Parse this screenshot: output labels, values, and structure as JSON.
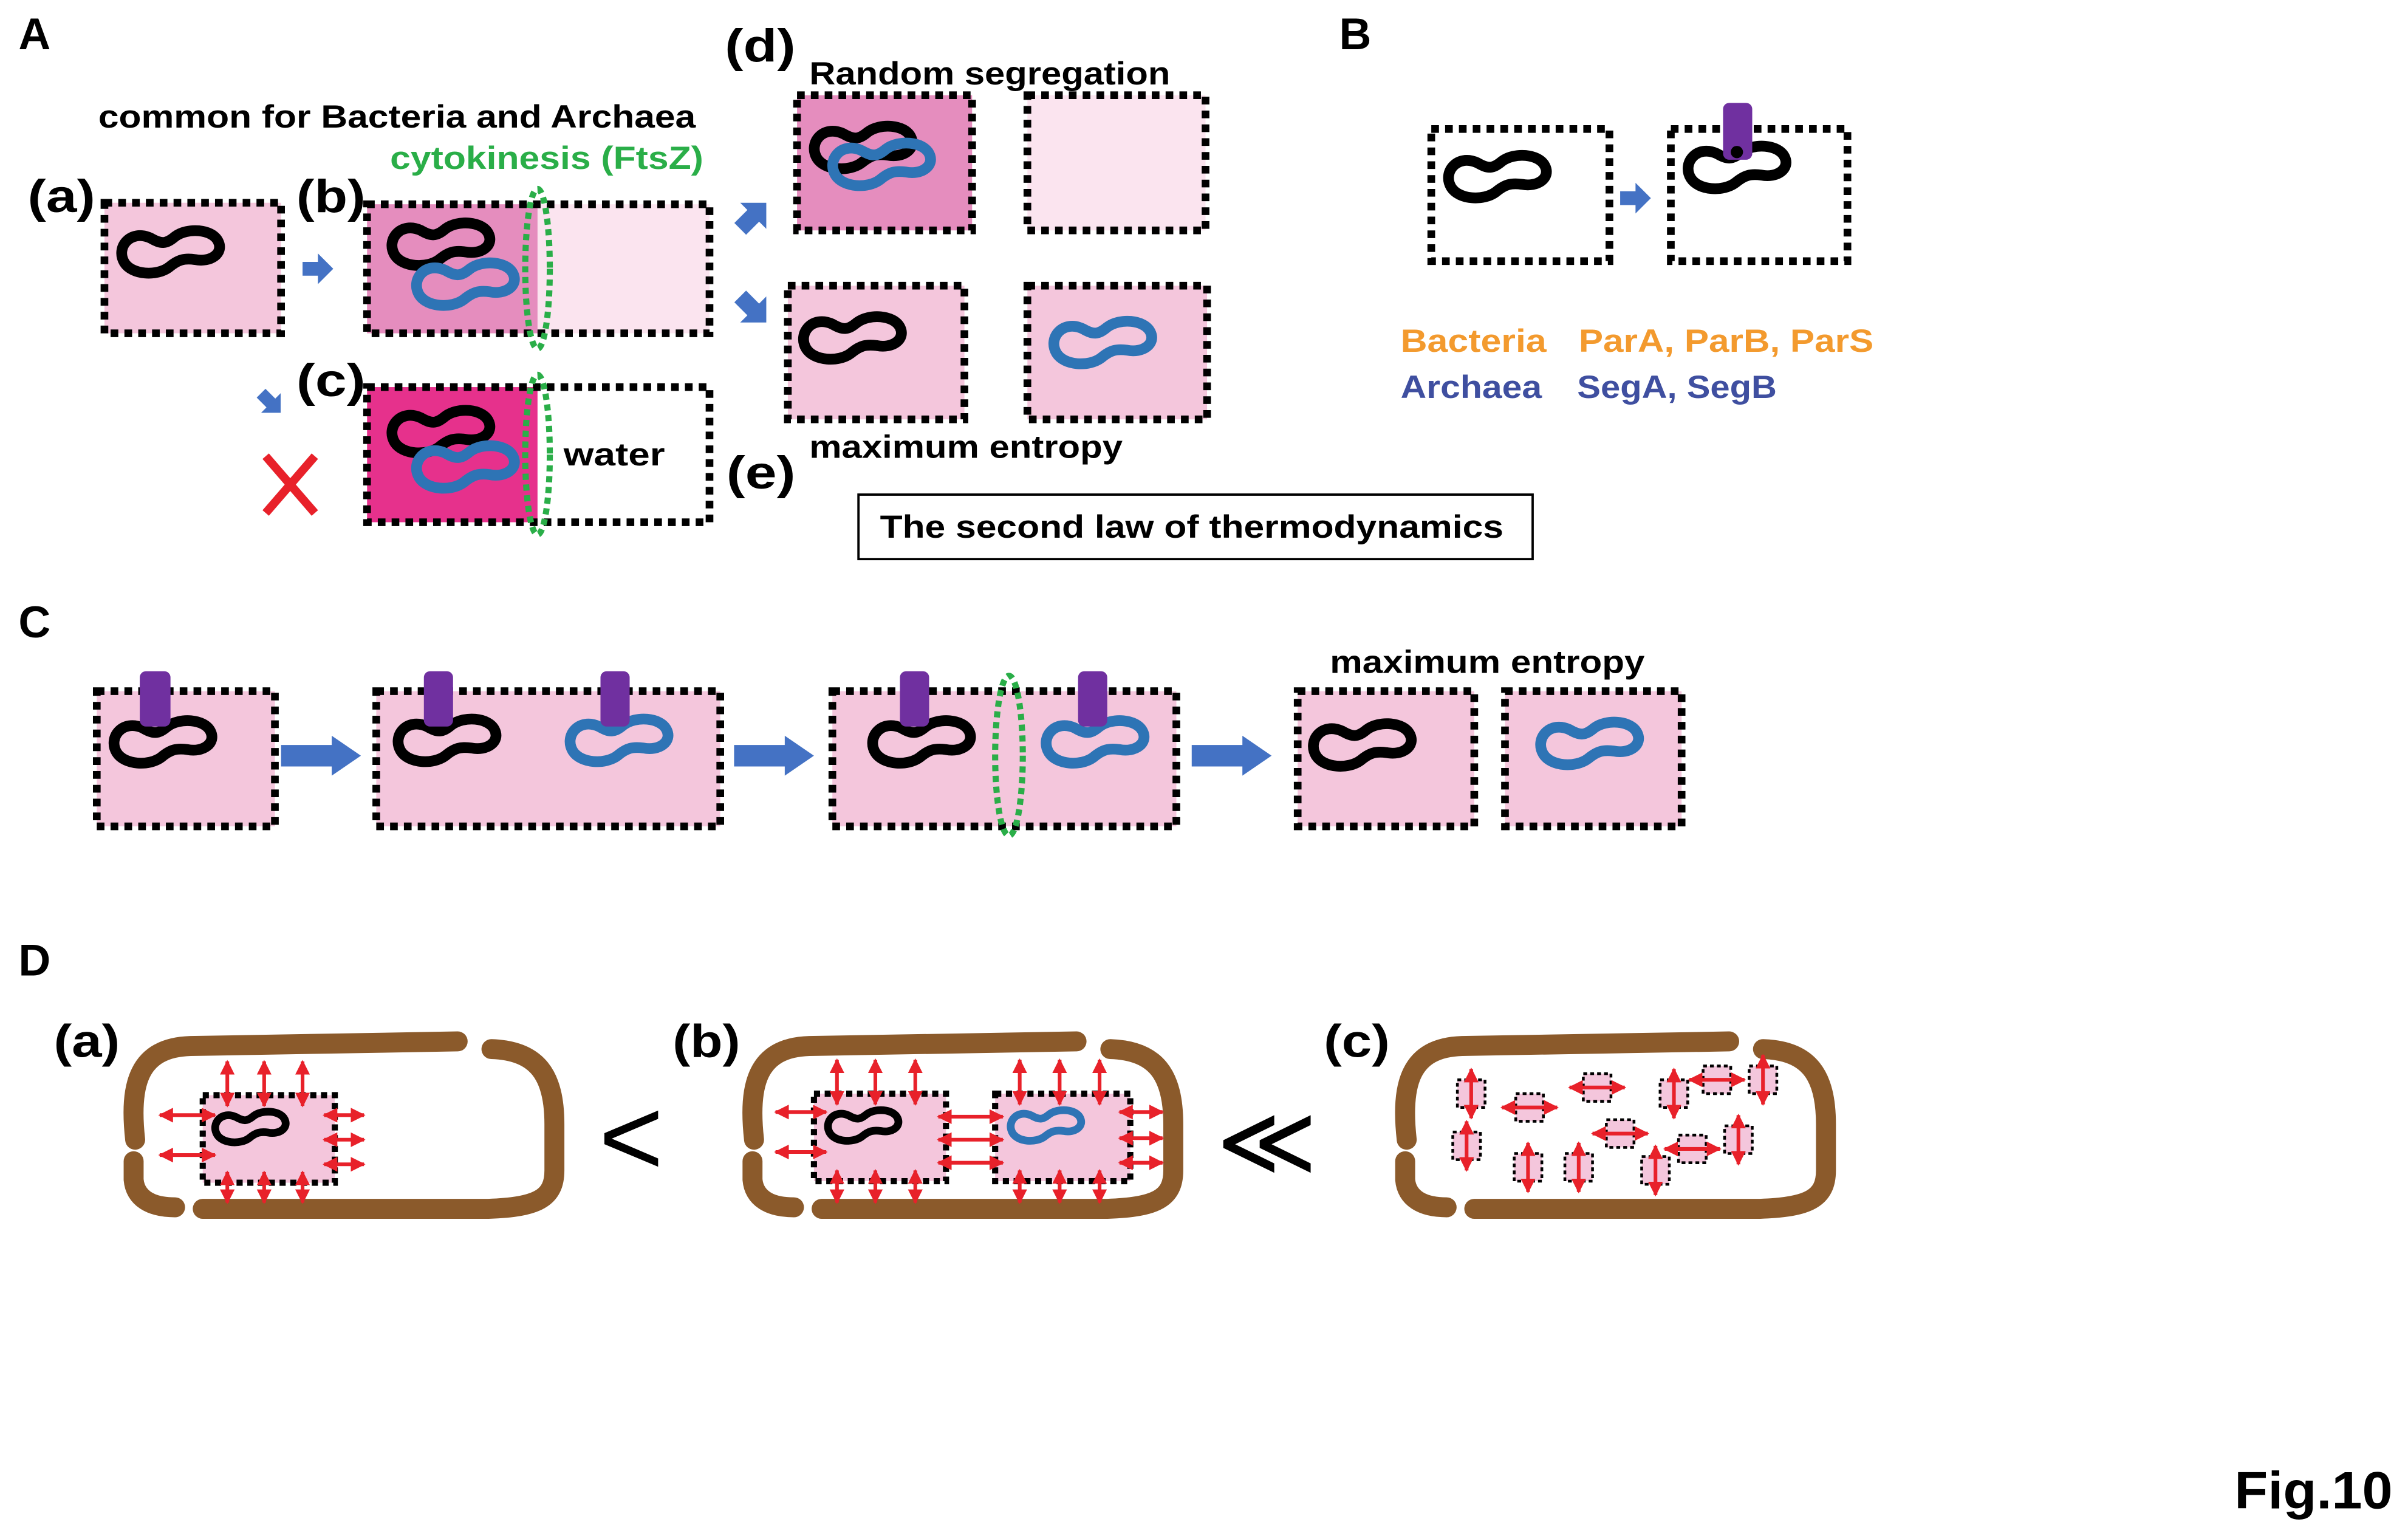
{
  "figure_label": "Fig.10",
  "panels": {
    "A": {
      "label": "A",
      "header": "common for Bacteria and Archaea",
      "cytokinesis": "cytokinesis (FtsZ)",
      "sub_a": "(a)",
      "sub_b": "(b)",
      "sub_c": "(c)",
      "sub_d": "(d)",
      "sub_e": "(e)",
      "water": "water",
      "random_segregation": "Random segregation",
      "maximum_entropy": "maximum entropy",
      "law": "The second law of thermodynamics"
    },
    "B": {
      "label": "B",
      "legend": [
        {
          "domain": "Bacteria",
          "proteins": "ParA, ParB, ParS"
        },
        {
          "domain": "Archaea",
          "proteins": "SegA, SegB"
        }
      ]
    },
    "C": {
      "label": "C",
      "maximum_entropy": "maximum entropy"
    },
    "D": {
      "label": "D",
      "sub_a": "(a)",
      "sub_b": "(b)",
      "sub_c": "(c)",
      "comparison_1": "<",
      "comparison_2": "≪"
    }
  },
  "colors": {
    "cell_light": "#F4C6DC",
    "cell_mid": "#E58DBE",
    "cell_dark": "#E6318C",
    "cell_faint": "#FBE4EF",
    "chromosome_black": "#000000",
    "chromosome_blue": "#2E74B5",
    "partition_protein": "#7030A0",
    "ftsz_ring": "#2AAE48",
    "cytokinesis_text": "#2AAE48",
    "arrow_blue": "#4472C4",
    "force_arrow_red": "#E8212A",
    "reject_x": "#E8212A",
    "cell_wall": "#8B5A2B",
    "bacteria_text": "#F39A2E",
    "archaea_text": "#3F4FA0"
  }
}
